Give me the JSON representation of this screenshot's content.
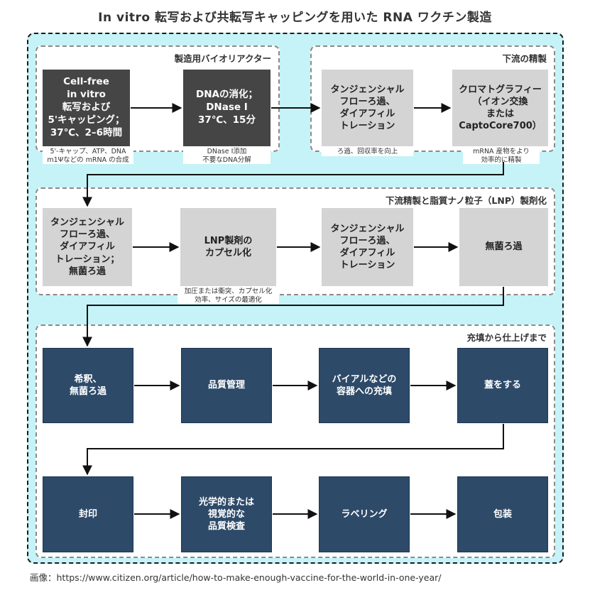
{
  "title": "In vitro 転写および共転写キャッピングを用いた RNA ワクチン製造",
  "panels": {
    "bioreactor": "製造用バイオリアクター",
    "downstream": "下流の精製",
    "lnp": "下流精製と脂質ナノ粒子（LNP）製剤化",
    "fill": "充填から仕上げまで"
  },
  "steps": {
    "ivt": "Cell-free\nin vitro\n転写および\n5'キャッピング；\n37℃、2–6時間",
    "dnase": "DNAの消化；\nDNase I\n37℃、15分",
    "tff1": "タンジェンシャル\nフローろ過、\nダイアフィル\nトレーション",
    "chrom": "クロマトグラフィー\n（イオン交換\nまたは\nCaptoCore700）",
    "tff2": "タンジェンシャル\nフローろ過、\nダイアフィル\nトレーション；\n無菌ろ過",
    "lnp_enc": "LNP製剤の\nカプセル化",
    "tff3": "タンジェンシャル\nフローろ過、\nダイアフィル\nトレーション",
    "sterile": "無菌ろ過",
    "dilute": "希釈、\n無菌ろ過",
    "qc": "品質管理",
    "fill_vial": "バイアルなどの\n容器への充填",
    "cap": "蓋をする",
    "seal": "封印",
    "inspect": "光学的または\n視覚的な\n品質検査",
    "label": "ラベリング",
    "pack": "包装"
  },
  "notes": {
    "ivt": "5'-キャップ、ATP、DNA\nm1Ψなどの mRNA の合成",
    "dnase": "DNase I添加\n不要なDNA分解",
    "tff1": "ろ過、回収率を向上",
    "chrom": "mRNA 産物をより\n効率的に精製",
    "lnp_enc": "加圧または衝突、カプセル化\n効率、サイズの最適化"
  },
  "footer": "画像：https://www.citizen.org/article/how-to-make-enough-vaccine-for-the-world-in-one-year/"
}
